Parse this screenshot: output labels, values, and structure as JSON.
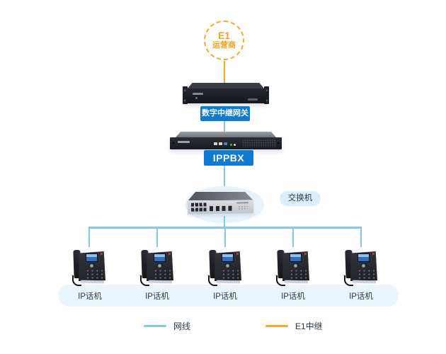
{
  "cloud": {
    "line1": "E1",
    "line2": "运营商",
    "border_color": "#f9a825",
    "text_color": "#f9a01b"
  },
  "labels": {
    "gateway": "数字中继网关",
    "ippbx": "IPPBX",
    "switch": "交换机",
    "blue_label_bg": "#0d7ad4",
    "blue_label_text_color": "#ffffff",
    "switch_pill_bg": "#dceefb",
    "switch_pill_text_color": "#2c3a49"
  },
  "phones": [
    {
      "label": "IP话机"
    },
    {
      "label": "IP话机"
    },
    {
      "label": "IP话机"
    },
    {
      "label": "IP话机"
    },
    {
      "label": "IP话机"
    }
  ],
  "phone_band": {
    "bg": "#e9f5fd"
  },
  "legend": {
    "items": [
      {
        "label": "网线",
        "line_color": "#7fc9ee"
      },
      {
        "label": "E1中继",
        "line_color": "#f7a728"
      }
    ],
    "text_color": "#2b3947"
  },
  "connections": {
    "network_line_color": "#7fc9ee",
    "e1_line_color": "#f7a728"
  }
}
